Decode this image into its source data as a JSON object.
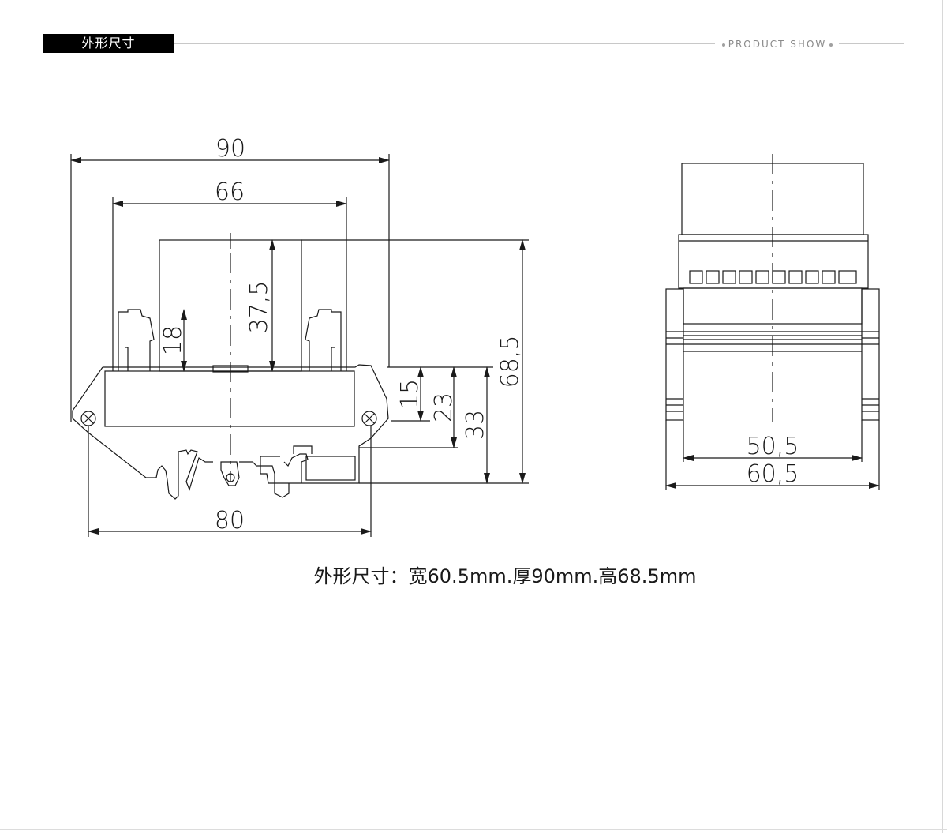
{
  "header": {
    "title": "外形尺寸",
    "tag": "PRODUCT SHOW"
  },
  "drawing": {
    "front_view": {
      "dim_overall_depth": "90",
      "dim_inner_width": "66",
      "dim_upper_height": "37,5",
      "dim_terminal_height": "18",
      "dim_total_height": "68,5",
      "dim_base_height_15": "15",
      "dim_base_height_23": "23",
      "dim_base_height_33": "33",
      "dim_mount_width": "80"
    },
    "side_view": {
      "dim_inner_width": "50,5",
      "dim_outer_width": "60,5"
    },
    "line_color": "#1a1a1a"
  },
  "caption": "外形尺寸：宽60.5mm.厚90mm.高68.5mm"
}
